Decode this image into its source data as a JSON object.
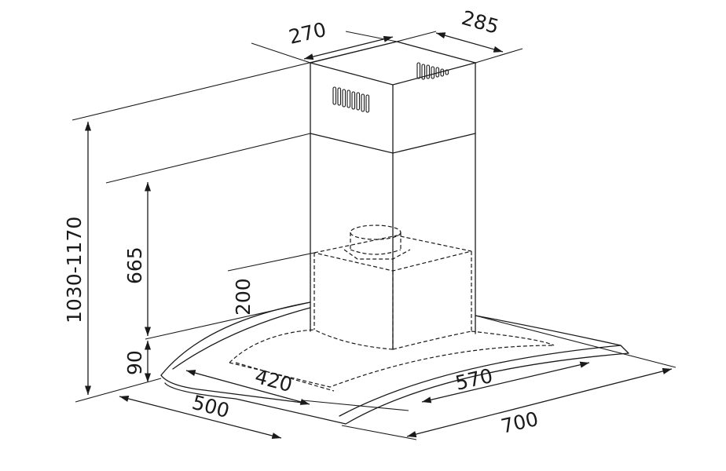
{
  "dimensions": {
    "chimney_width": "270",
    "chimney_depth": "285",
    "total_height": "1030-1170",
    "upper_chimney_height": "665",
    "motor_height": "200",
    "glass_height": "90",
    "canopy_width": "420",
    "canopy_depth": "500",
    "glass_width": "570",
    "overall_width": "700"
  }
}
